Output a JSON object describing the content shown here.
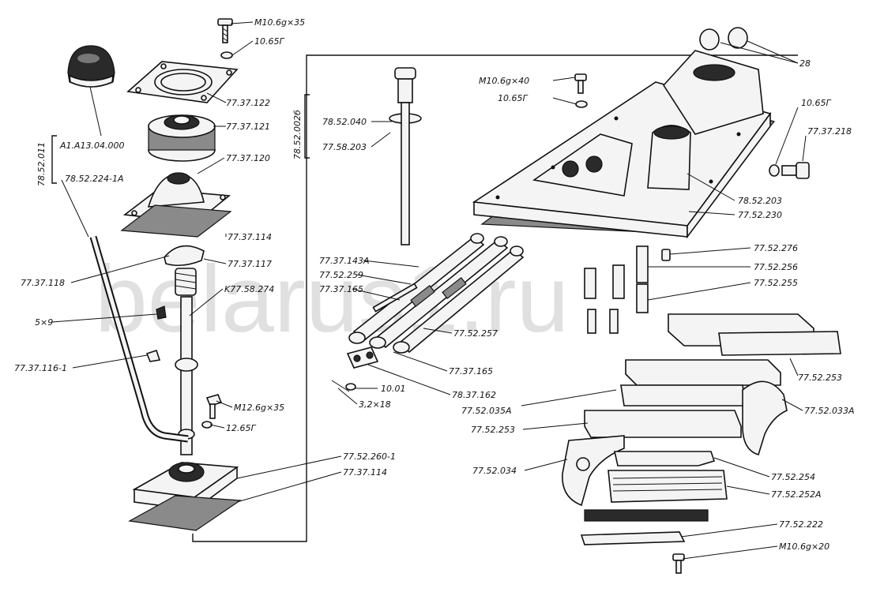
{
  "diagram": {
    "watermark": "belarus1.ru",
    "labels": {
      "bolt_m10_35": "M10.6g×35",
      "washer_10_65g_top": "10.65Г",
      "knob": "A1.A13.04.000",
      "lever_assembly": "78.52.224-1A",
      "gearshift_assembly": "78.52.011",
      "cover_77_37_122": "77.37.122",
      "seal_77_37_121": "77.37.121",
      "boot_77_37_120": "77.37.120",
      "gasket_77_37_114_top": "77.37.114",
      "lever_rod_77_37_118": "77.37.118",
      "cap_77_37_117": "77.37.117",
      "spring_k77_58_274": "K77.58.274",
      "pin_5x9": "5×9",
      "ball_77_37_116_1": "77.37.116-1",
      "bolt_m12_35": "M12.6g×35",
      "washer_12_65g": "12.65Г",
      "plate_77_52_260_1": "77.52.260-1",
      "gasket_77_37_114_bottom": "77.37.114",
      "cover_assembly": "78.52.002б",
      "dipstick_78_52_040": "78.52.040",
      "oring_77_58_203": "77.58.203",
      "bolt_m10_40": "M10.6g×40",
      "washer_10_65g_mid": "10.65Г",
      "plugs_28": "28",
      "washer_10_65g_right": "10.65Г",
      "bolt_77_37_218": "77.37.218",
      "housing_78_52_203": "78.52.203",
      "gasket_77_52_230": "77.52.230",
      "rod_77_37_143a": "77.37.143A",
      "rod_77_52_259": "77.52.259",
      "rod_77_37_165_a": "77.37.165",
      "pin_77_52_276": "77.52.276",
      "spring_77_52_256": "77.52.256",
      "detent_77_52_255": "77.52.255",
      "rod_77_52_257": "77.52.257",
      "fork_77_52_253_right": "77.52.253",
      "rod_77_37_165_b": "77.37.165",
      "washer_10_01": "10.01",
      "pin_78_37_162": "78.37.162",
      "cotter_3_2x18": "3,2×18",
      "fork_77_52_035a": "77.52.035A",
      "fork_77_52_033a": "77.52.033A",
      "fork_77_52_253_left": "77.52.253",
      "fork_77_52_034": "77.52.034",
      "plate_77_52_254": "77.52.254",
      "plate_77_52_252a": "77.52.252A",
      "plate_77_52_222": "77.52.222",
      "bolt_m10_20": "M10.6g×20"
    }
  }
}
